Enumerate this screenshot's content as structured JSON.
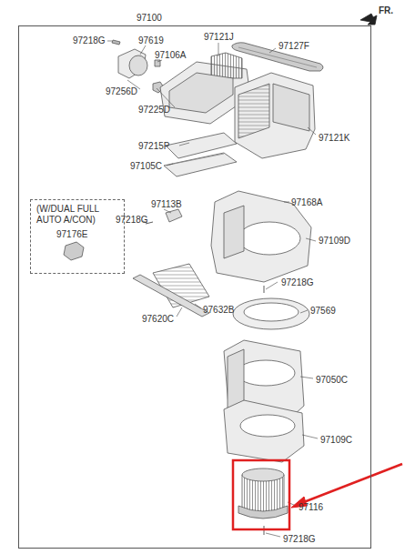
{
  "diagram": {
    "nodes": [
      {
        "text": [
          "97100"
        ]
      },
      {
        "text": [
          "(W/DUAL FULL AUTO A/CON)",
          "97176E"
        ],
        "in": 0
      }
    ],
    "labels": [
      "FR.",
      "97218G",
      "97619",
      "97121J",
      "97127F",
      "97106A",
      "97256D",
      "97225D",
      "97121K",
      "97215P",
      "97105C",
      "97113B",
      "97168A",
      "97218G",
      "97109D",
      "97218G",
      "97632B",
      "97620C",
      "97569",
      "97050C",
      "97109C",
      "97116",
      "97218G"
    ]
  }
}
